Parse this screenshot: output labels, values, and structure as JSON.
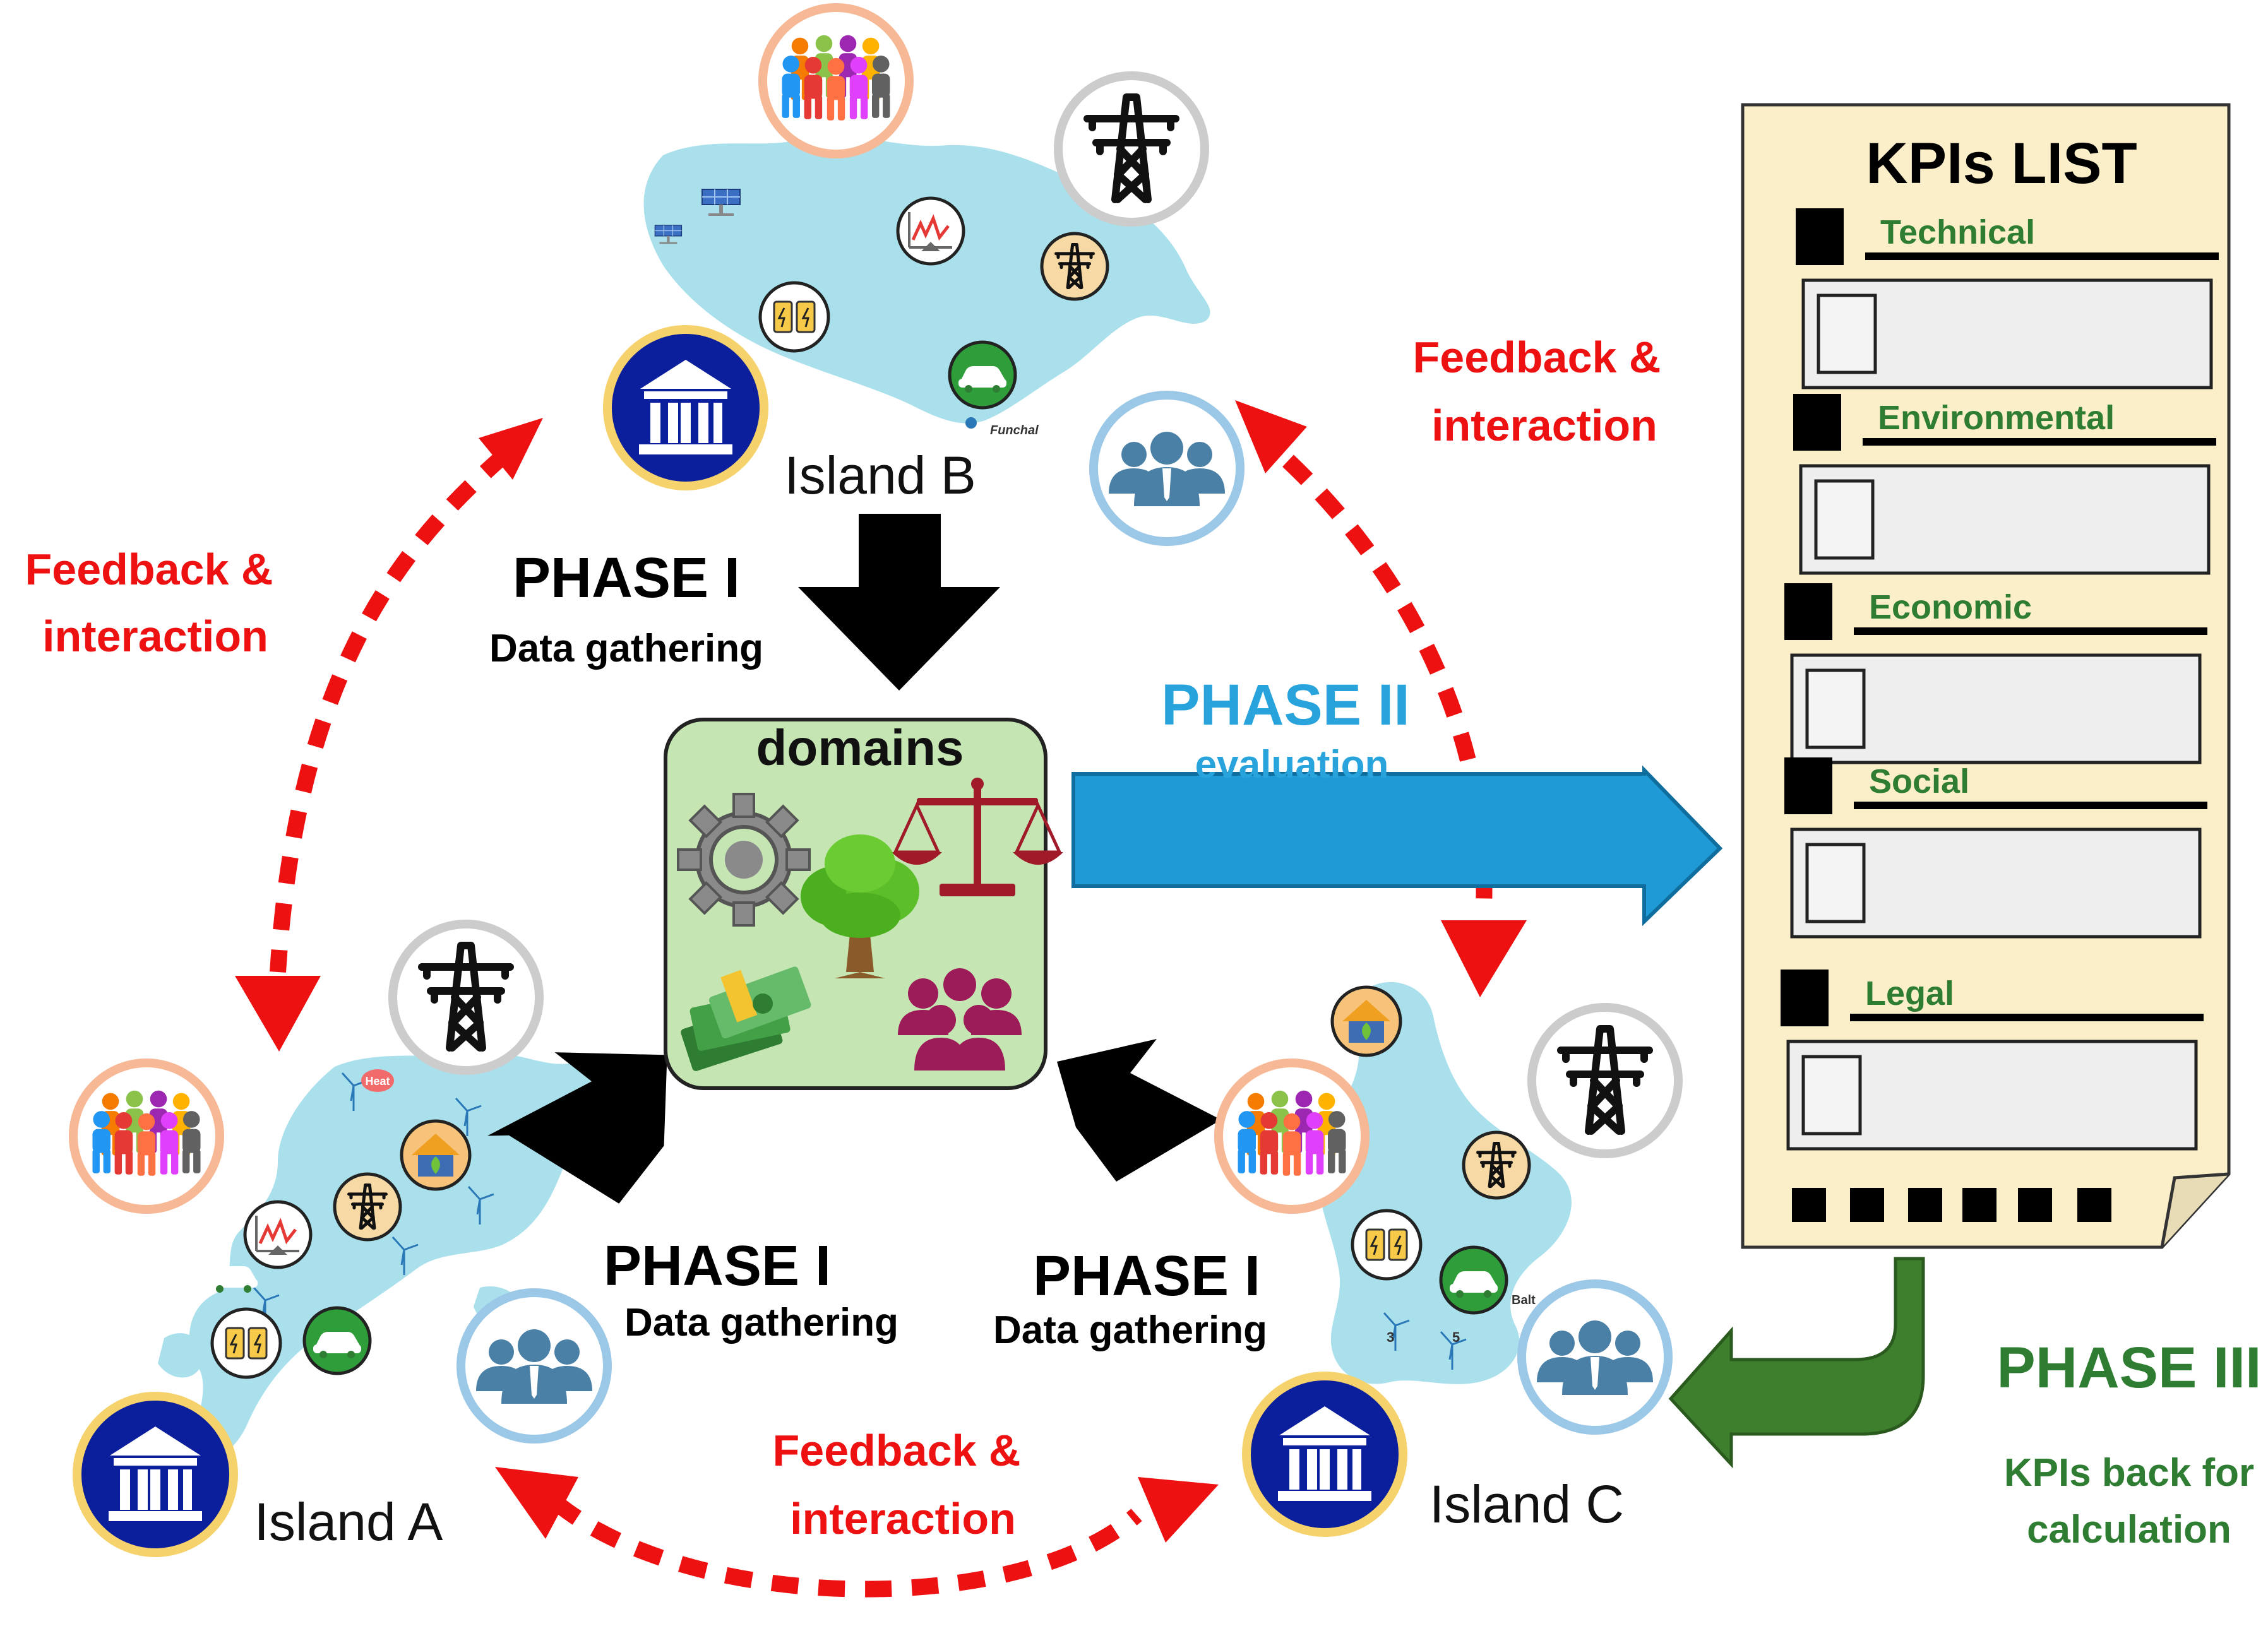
{
  "colors": {
    "feedback_red": "#ee1111",
    "phase1_black": "#000000",
    "phase2_blue": "#29a3dc",
    "phase2_arrow": "#1f9ad6",
    "phase3_green": "#2e7d32",
    "island_fill": "#a9e0ec",
    "domains_fill": "#c5e6b3",
    "kpi_paper": "#fbefc9",
    "category_green": "#2e7d32",
    "people_ring": "#f7b896",
    "tower_ring": "#cccccc",
    "stakeholder_ring": "#9cc8e8",
    "institution_ring": "#f5d26b",
    "institution_fill": "#0b1f9c"
  },
  "islands": {
    "a": {
      "label": "Island A"
    },
    "b": {
      "label": "Island B",
      "town_label": "Funchal"
    },
    "c": {
      "label": "Island C",
      "town_label": "Balt",
      "number_labels": [
        "3",
        "5"
      ]
    }
  },
  "map_badges": {
    "heat_label": "Heat"
  },
  "phase1": {
    "top": {
      "title": "PHASE I",
      "subtitle": "Data gathering"
    },
    "left": {
      "title": "PHASE I",
      "subtitle": "Data gathering"
    },
    "right": {
      "title": "PHASE I",
      "subtitle": "Data gathering"
    }
  },
  "phase2": {
    "title": "PHASE II",
    "subtitle": "evaluation"
  },
  "phase3": {
    "title": "PHASE III",
    "subtitle_lines": [
      "KPIs back for",
      "calculation"
    ]
  },
  "feedback": {
    "left": [
      "Feedback &",
      "interaction"
    ],
    "right": [
      "Feedback &",
      "interaction"
    ],
    "bottom": [
      "Feedback &",
      "interaction"
    ]
  },
  "domains": {
    "title": "domains",
    "icons": [
      "gear-icon",
      "scales-icon",
      "tree-icon",
      "money-icon",
      "people-icon"
    ]
  },
  "kpi_list": {
    "title": "KPIs LIST",
    "categories": [
      "Technical",
      "Environmental",
      "Economic",
      "Social",
      "Legal"
    ]
  },
  "icons": {
    "population": "people-group-icon",
    "grid": "transmission-tower-icon",
    "stakeholders": "stakeholders-icon",
    "institution": "government-building-icon",
    "electric_vehicle": "electric-car-icon",
    "storage": "battery-icon",
    "monitoring": "grid-monitor-icon",
    "heating": "green-house-icon",
    "solar": "solar-panel-icon",
    "wind": "wind-turbine-icon"
  }
}
